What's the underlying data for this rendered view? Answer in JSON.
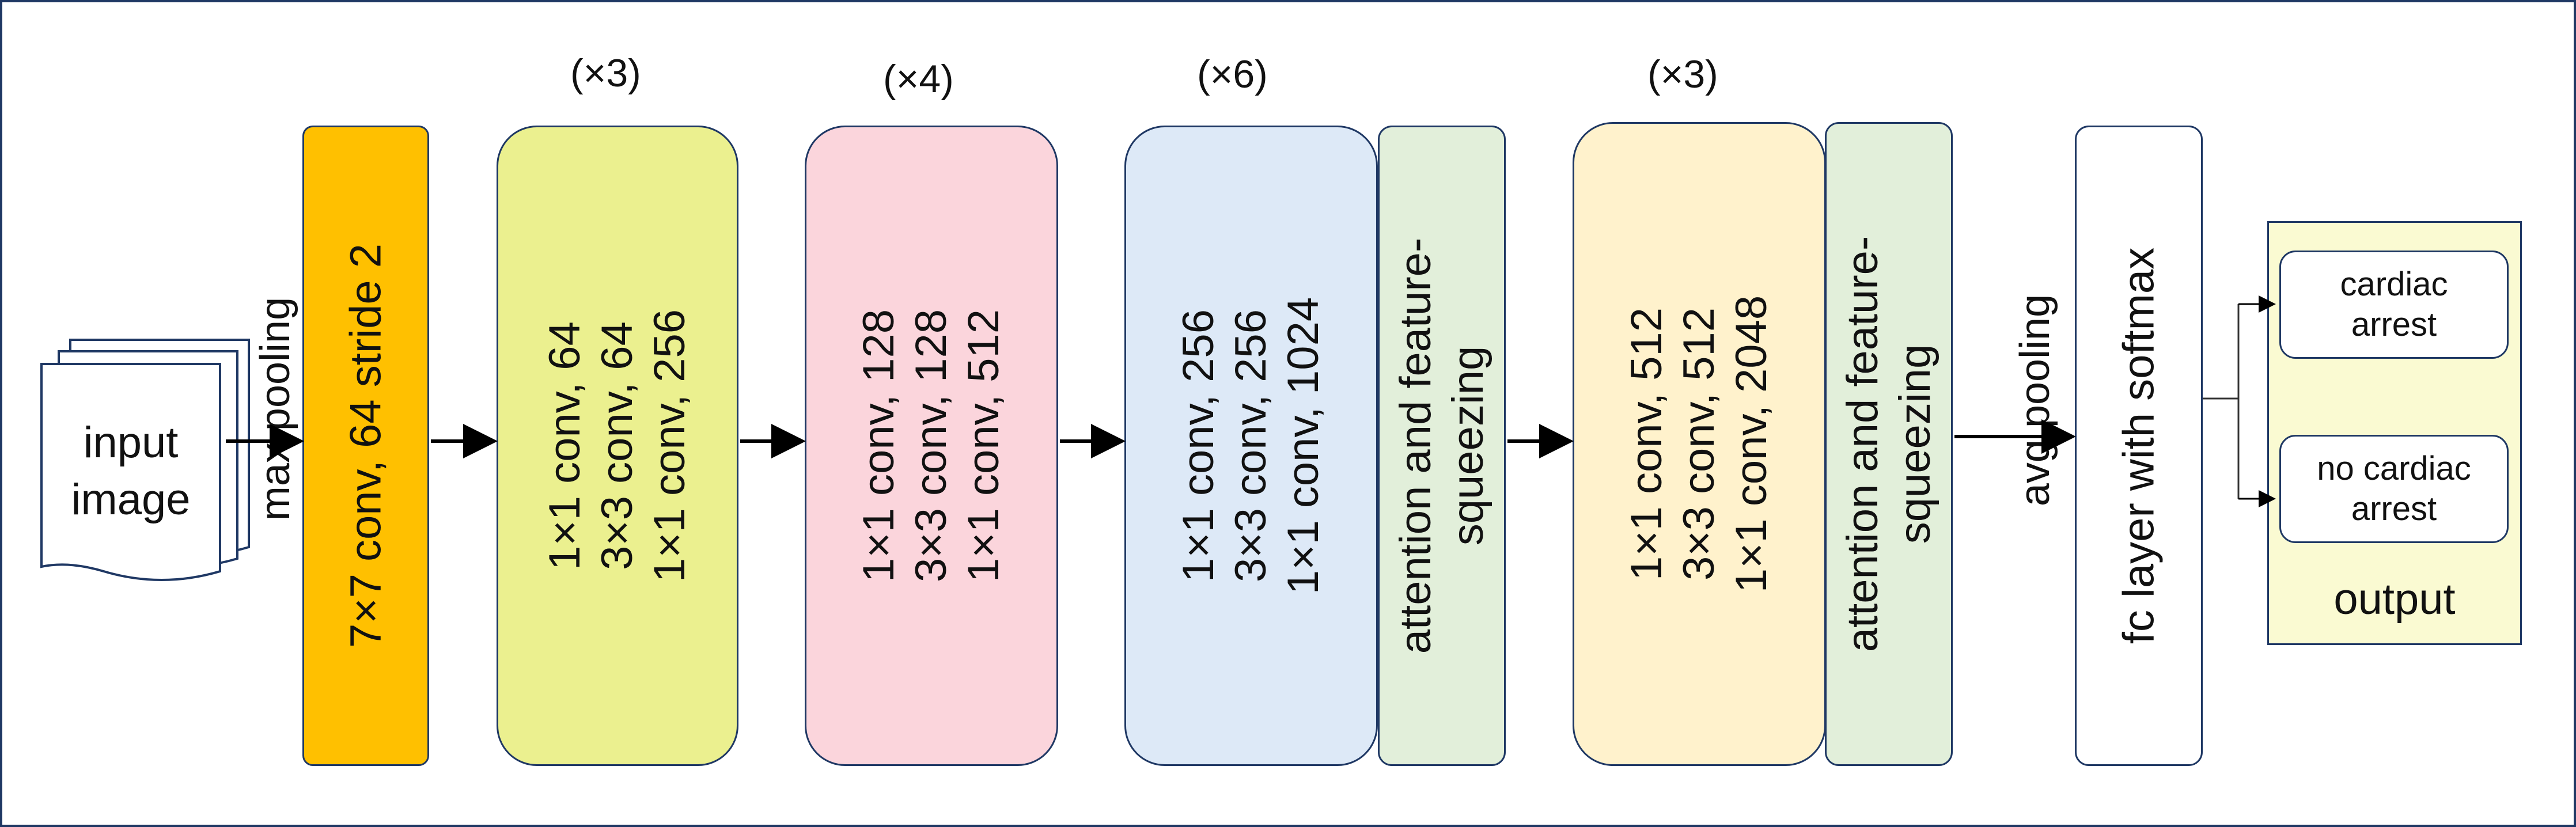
{
  "input": {
    "line1": "input",
    "line2": "image"
  },
  "maxpool": "max pooling",
  "conv1": "7×7 conv, 64 stride 2",
  "stage1": {
    "mult": "(×3)",
    "l1": "1×1 conv, 64",
    "l2": "3×3 conv, 64",
    "l3": "1×1 conv, 256"
  },
  "stage2": {
    "mult": "(×4)",
    "l1": "1×1 conv, 128",
    "l2": "3×3 conv, 128",
    "l3": "1×1 conv, 512"
  },
  "stage3": {
    "mult": "(×6)",
    "l1": "1×1 conv, 256",
    "l2": "3×3 conv, 256",
    "l3": "1×1 conv, 1024"
  },
  "attn1": {
    "l1": "attention and feature-",
    "l2": "squeezing"
  },
  "stage4": {
    "mult": "(×3)",
    "l1": "1×1 conv, 512",
    "l2": "3×3 conv, 512",
    "l3": "1×1 conv, 2048"
  },
  "attn2": {
    "l1": "attention and feature-",
    "l2": "squeezing"
  },
  "avgpool": "avg pooling",
  "fc": "fc layer with softmax",
  "output": {
    "title": "output",
    "class1": {
      "l1": "cardiac",
      "l2": "arrest"
    },
    "class2": {
      "l1": "no cardiac",
      "l2": "arrest"
    }
  },
  "colors": {
    "conv1": "#ffc000",
    "stage1": "#ebf08f",
    "stage2": "#fbd5dc",
    "stage3": "#dde9f7",
    "attention": "#e2efda",
    "stage4": "#fff2cc",
    "output_panel": "#fafad2",
    "border": "#1f3864"
  }
}
